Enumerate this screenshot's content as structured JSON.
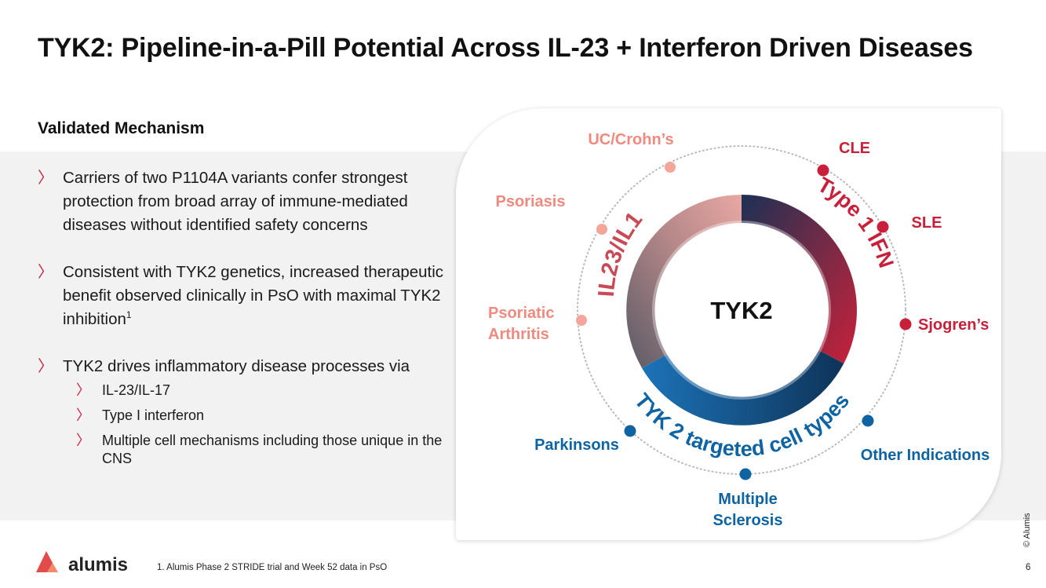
{
  "title": "TYK2: Pipeline-in-a-Pill Potential Across IL-23 + Interferon Driven Diseases",
  "left": {
    "heading": "Validated Mechanism",
    "bullets": [
      "Carriers of two P1104A variants confer strongest protection from broad array of immune-mediated diseases without identified safety concerns",
      "Consistent with TYK2 genetics, increased therapeutic benefit observed clinically in PsO with maximal TYK2 inhibition",
      "TYK2 drives inflammatory disease processes via"
    ],
    "footnote_marker": "1",
    "sub_bullets": [
      "IL-23/IL-17",
      "Type I interferon",
      "Multiple cell mechanisms including those unique in the CNS"
    ]
  },
  "diagram": {
    "center_label": "TYK2",
    "arc_labels": {
      "il23": "IL23/IL17",
      "ifn": "Type 1 IFN",
      "cells": "TYK 2 targeted cell types"
    },
    "diseases": {
      "uc_crohns": "UC/Crohn’s",
      "psoriasis": "Psoriasis",
      "psoriatic_line1": "Psoriatic",
      "psoriatic_line2": "Arthritis",
      "cle": "CLE",
      "sle": "SLE",
      "sjogrens": "Sjogren’s",
      "parkinsons": "Parkinsons",
      "ms_line1": "Multiple",
      "ms_line2": "Sclerosis",
      "other": "Other Indications"
    },
    "colors": {
      "il23": "#e8837c",
      "ifn": "#c8203a",
      "cells": "#0e64a3"
    }
  },
  "footer": {
    "logo_text": "alumis",
    "footnote": "1. Alumis Phase 2 STRIDE trial and Week 52 data in PsO",
    "copyright": "© Alumis",
    "page_number": "6"
  }
}
